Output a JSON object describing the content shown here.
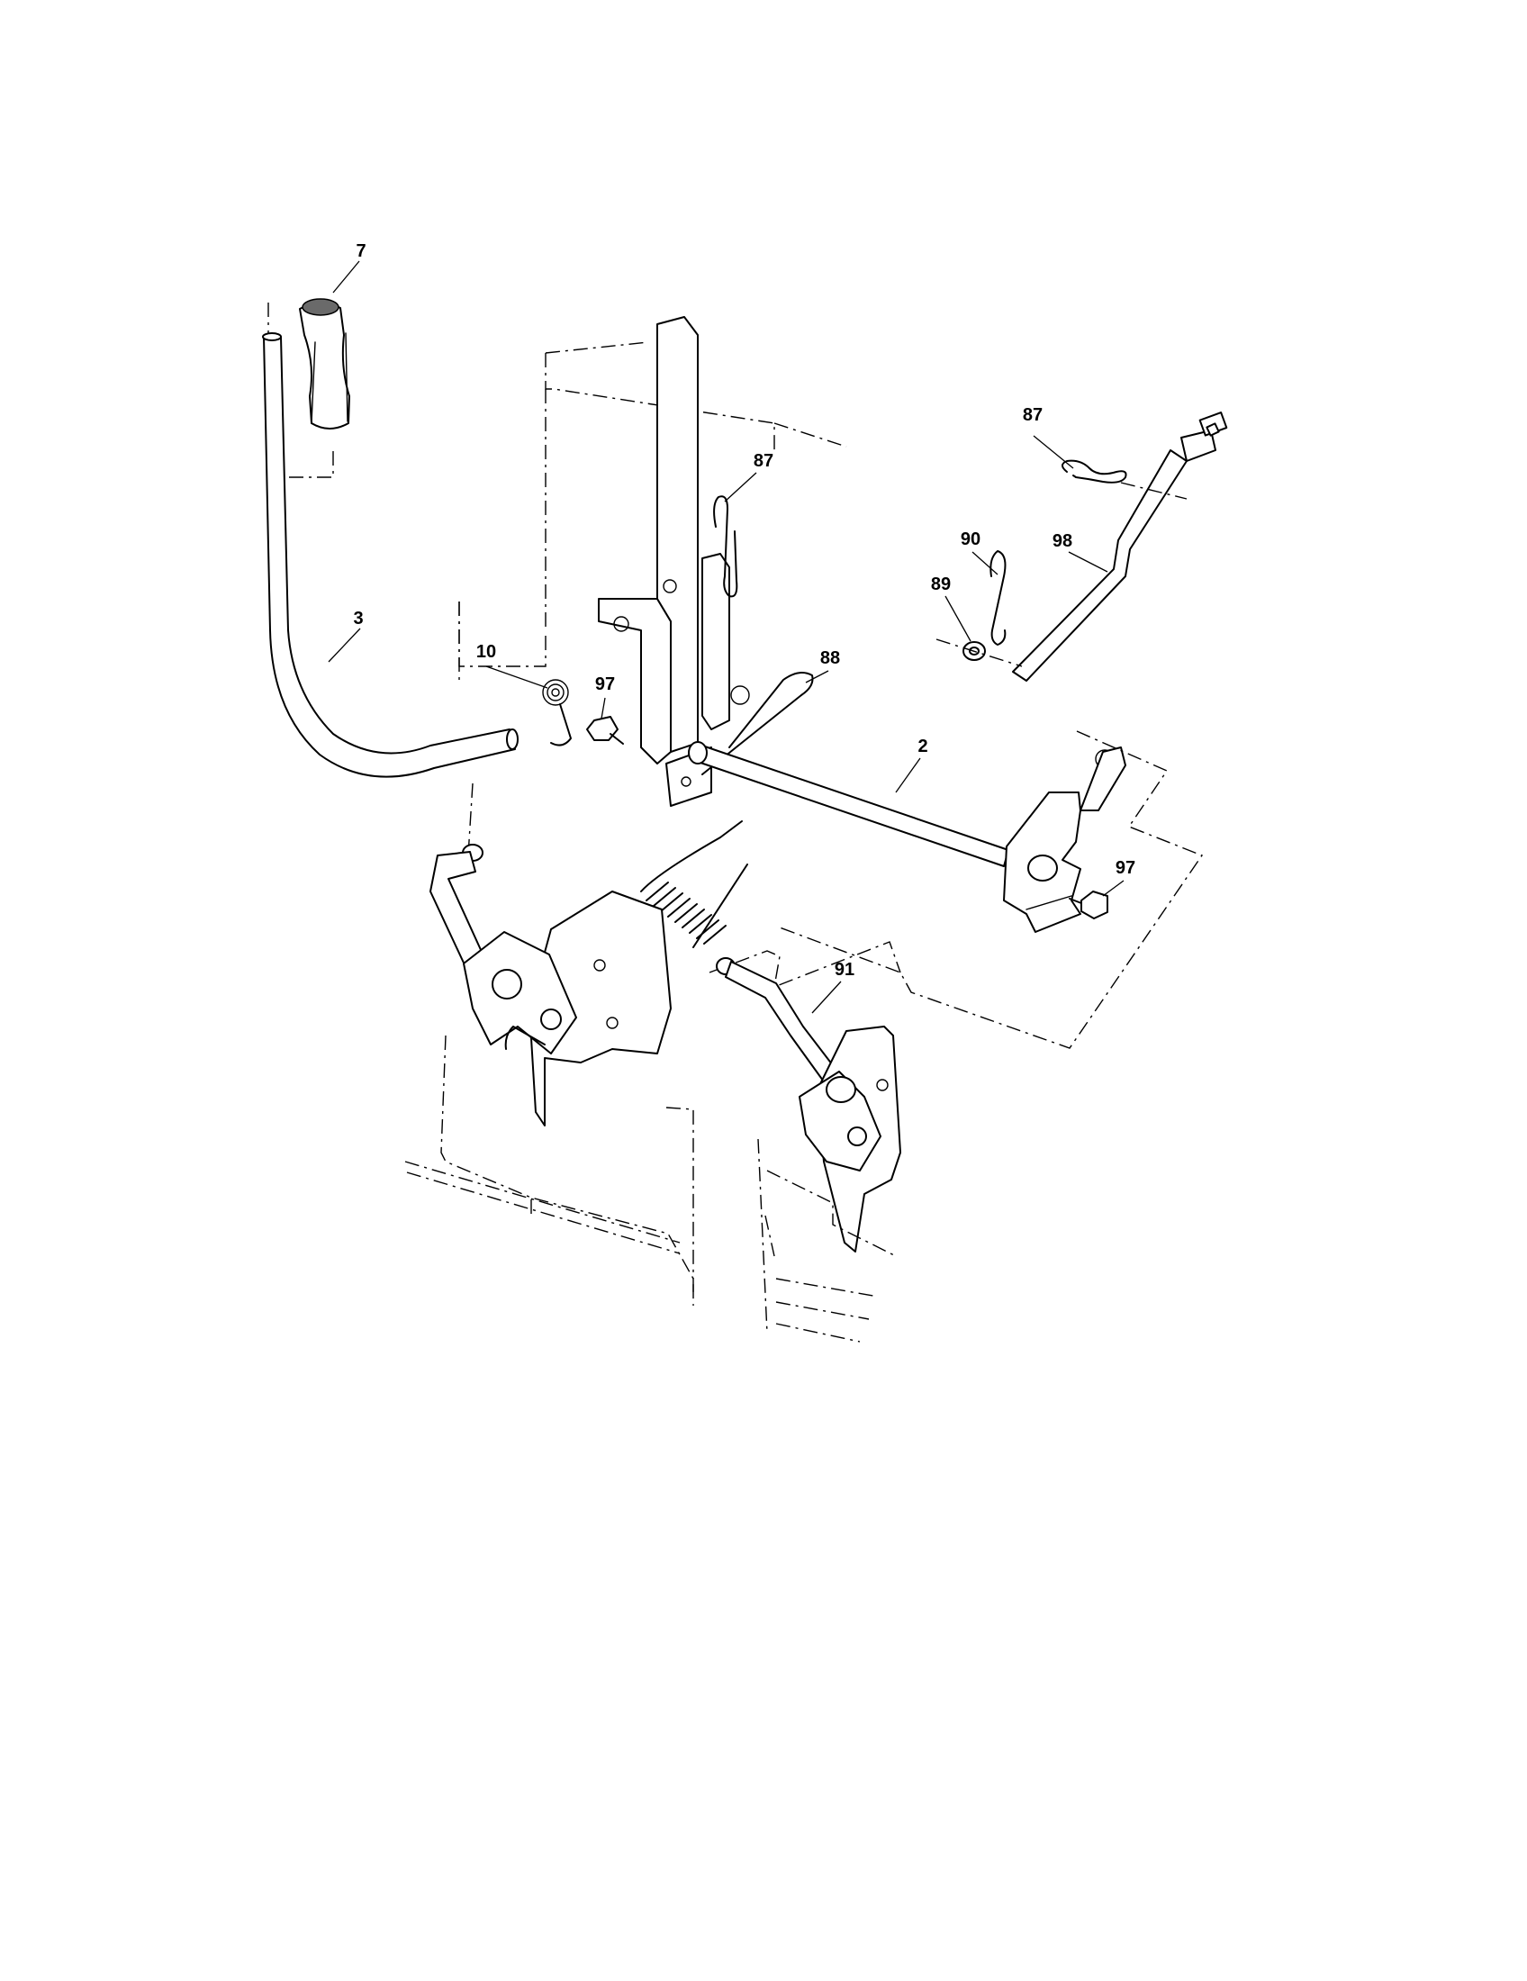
{
  "callouts": {
    "c7": "7",
    "c3": "3",
    "c87a": "87",
    "c87b": "87",
    "c10": "10",
    "c97a": "97",
    "c88": "88",
    "c90": "90",
    "c98": "98",
    "c89": "89",
    "c2": "2",
    "c97b": "97",
    "c91": "91"
  }
}
